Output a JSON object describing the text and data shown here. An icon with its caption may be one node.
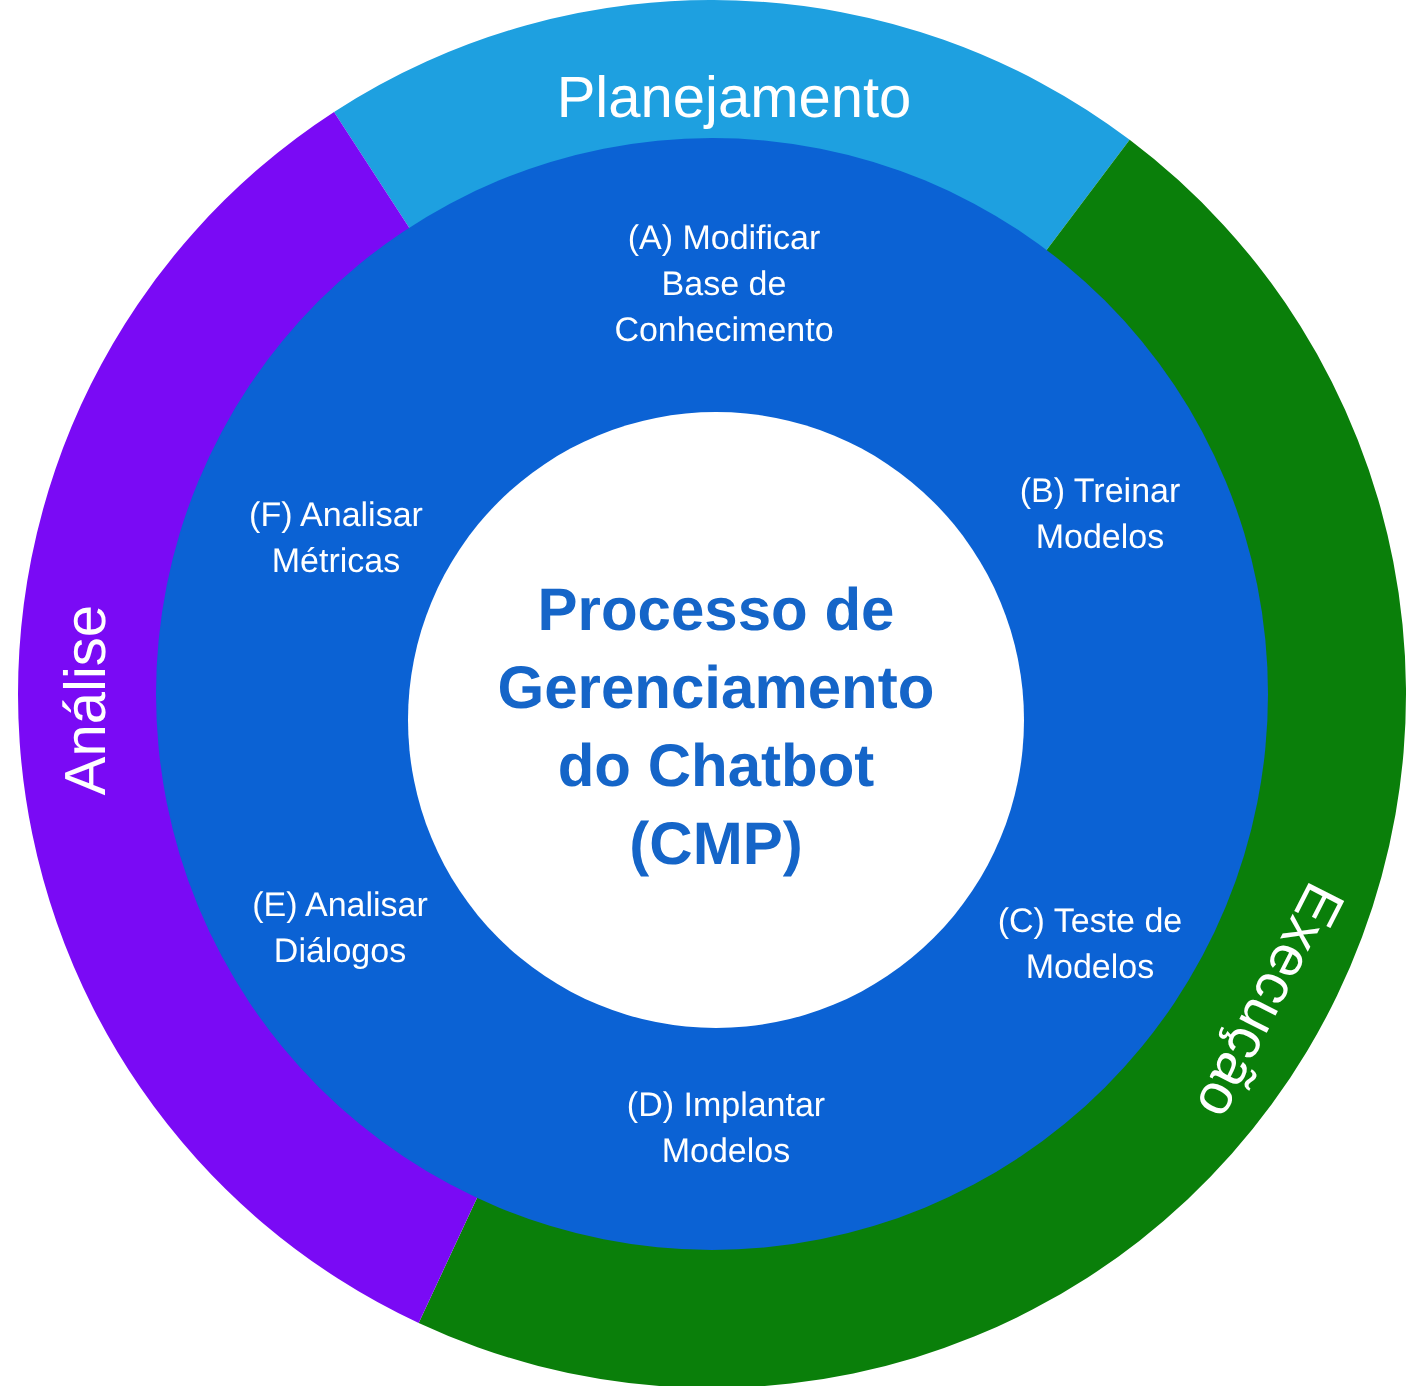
{
  "diagram": {
    "nodes": [
      {
        "text": [
          "Planejamento"
        ]
      },
      {
        "text": [
          "Execução"
        ]
      },
      {
        "text": [
          "Análise"
        ]
      },
      {
        "text": [
          "(A) Modificar Base de Conhecimento",
          "(B) Treinar Modelos",
          "(C) Teste de Modelos",
          "(D) Implantar Modelos",
          "(E) Analisar Diálogos",
          "(F) Analisar Métricas"
        ]
      },
      {
        "text": [
          "Processo de Gerenciamento do Chatbot (CMP)"
        ],
        "in": 3
      }
    ]
  }
}
